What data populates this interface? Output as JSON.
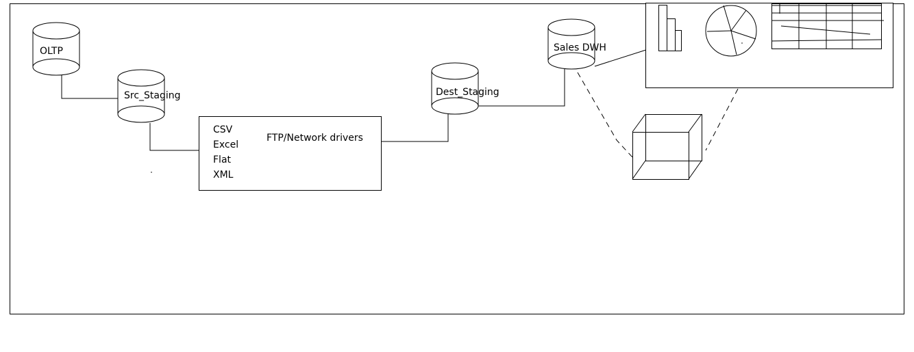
{
  "nodes": {
    "oltp": "OLTP",
    "src_staging": "Src_Staging",
    "dest_staging": "Dest_Staging",
    "sales_dwh": "Sales DWH"
  },
  "transfer_box": {
    "formats": [
      "CSV",
      "Excel",
      "Flat",
      "XML"
    ],
    "method": "FTP/Network drivers"
  }
}
